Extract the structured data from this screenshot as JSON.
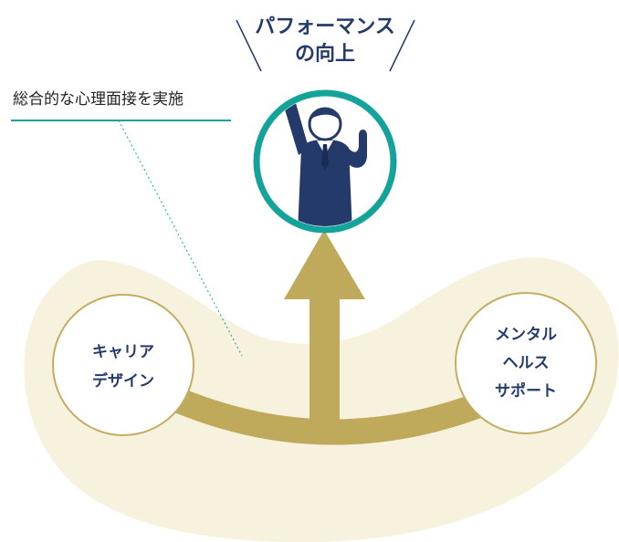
{
  "title": {
    "line1": "パフォーマンス",
    "line2": "の向上"
  },
  "callout": {
    "text": "総合的な心理面接を実施"
  },
  "left_circle": {
    "line1": "キャリア",
    "line2": "デザイン"
  },
  "right_circle": {
    "line1": "メンタル",
    "line2": "ヘルス",
    "line3": "サポート"
  },
  "colors": {
    "navy": "#243a6b",
    "teal": "#14a39a",
    "gold": "#bfa95a",
    "cream": "#f6f2de",
    "circle_border": "#c3ad62"
  },
  "icons": {
    "person": "person-raising-hand-icon",
    "arrow": "up-arrow-icon"
  }
}
